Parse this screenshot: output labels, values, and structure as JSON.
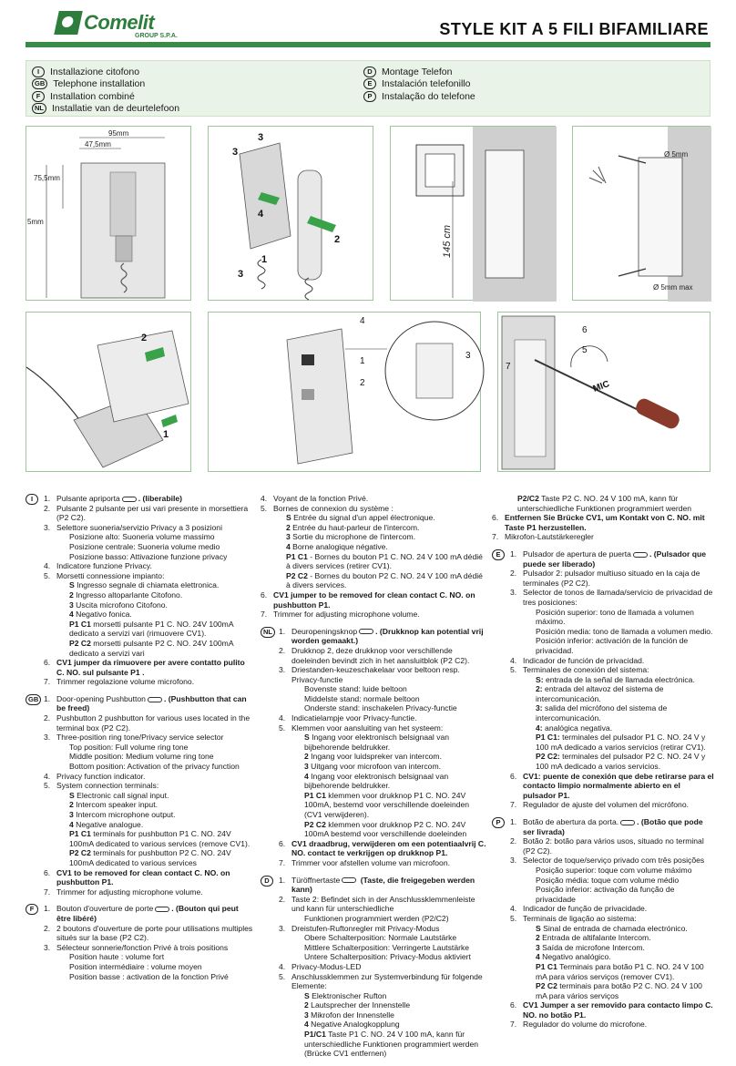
{
  "header": {
    "brand": "Comelit",
    "brand_sub": "GROUP S.P.A.",
    "title": "STYLE KIT A 5 FILI BIFAMILIARE"
  },
  "languages": {
    "left": [
      {
        "code": "I",
        "label": "Installazione citofono"
      },
      {
        "code": "GB",
        "label": "Telephone installation"
      },
      {
        "code": "F",
        "label": "Installation combiné"
      },
      {
        "code": "NL",
        "label": "Installatie van de deurtelefoon"
      }
    ],
    "right": [
      {
        "code": "D",
        "label": "Montage Telefon"
      },
      {
        "code": "E",
        "label": "Instalación telefonillo"
      },
      {
        "code": "P",
        "label": "Instalação do telefone"
      }
    ]
  },
  "figures": {
    "fig1": {
      "dim_width": "95mm",
      "dim_half": "47,5mm",
      "dim_mid": "75,5mm",
      "dim_height": "5mm"
    },
    "fig2": {
      "c1": "3",
      "c2": "3",
      "c3": "4",
      "c4": "2",
      "c5": "1",
      "c6": "3"
    },
    "fig3": {
      "dim": "145 cm"
    },
    "fig4": {
      "screw_top": "Ø 5mm",
      "screw_bottom": "Ø 5mm max"
    },
    "fig5": {
      "c1": "2",
      "c2": "1"
    },
    "fig6": {
      "c4": "4",
      "c1": "1",
      "c2": "2",
      "c3": "3"
    },
    "fig7": {
      "c6": "6",
      "c5": "5",
      "c7": "7",
      "mic": "MIC"
    }
  },
  "sections": {
    "it": {
      "code": "I",
      "items": [
        {
          "n": "1.",
          "t": "Pulsante apriporta",
          "b": ". (liberabile)"
        },
        {
          "n": "2.",
          "t": "Pulsante 2 pulsante per usi vari presente in morsettiera (P2 C2)."
        },
        {
          "n": "3.",
          "t": "Selettore suoneria/servizio Privacy a 3 posizioni"
        },
        {
          "n": "",
          "t": "Posizione alto: Suoneria volume massimo"
        },
        {
          "n": "",
          "t": "Posizione centrale: Suoneria volume medio"
        },
        {
          "n": "",
          "t": "Posizione basso: Attivazione funzione privacy"
        },
        {
          "n": "4.",
          "t": "Indicatore funzione Privacy."
        },
        {
          "n": "5.",
          "t": "Morsetti connessione impianto:"
        },
        {
          "n": "",
          "b": "S",
          "t": " Ingresso segnale di chiamata elettronica."
        },
        {
          "n": "",
          "b": "2",
          "t": " Ingresso altoparlante Citofono."
        },
        {
          "n": "",
          "b": "3",
          "t": " Uscita microfono Citofono."
        },
        {
          "n": "",
          "b": "4",
          "t": " Negativo fonica."
        },
        {
          "n": "",
          "b": "P1 C1",
          "t": " morsetti pulsante P1 C. NO. 24V 100mA dedicato a servizi vari (rimuovere CV1)."
        },
        {
          "n": "",
          "b": "P2 C2",
          "t": " morsetti pulsante P2 C. NO. 24V 100mA dedicato a servizi vari"
        },
        {
          "n": "6.",
          "bb": "CV1 jumper da rimuovere per avere contatto pulito C. NO. sul pulsante P1 ."
        },
        {
          "n": "7.",
          "t": "Trimmer regolazione volume microfono."
        }
      ]
    },
    "gb": {
      "code": "GB",
      "items": [
        {
          "n": "1.",
          "t": "Door-opening Pushbutton",
          "b": ". (Pushbutton that can be freed)"
        },
        {
          "n": "2.",
          "t": "Pushbutton 2 pushbutton for various uses located in the terminal box (P2 C2)."
        },
        {
          "n": "3.",
          "t": "Three-position ring tone/Privacy service selector"
        },
        {
          "n": "",
          "t": "Top position: Full volume ring tone"
        },
        {
          "n": "",
          "t": "Middle position: Medium volume ring tone"
        },
        {
          "n": "",
          "t": "Bottom position: Activation of the privacy function"
        },
        {
          "n": "4.",
          "t": "Privacy function indicator."
        },
        {
          "n": "5.",
          "t": "System connection terminals:"
        },
        {
          "n": "",
          "b": "S",
          "t": " Electronic call signal input."
        },
        {
          "n": "",
          "b": "2",
          "t": " Intercom speaker input."
        },
        {
          "n": "",
          "b": "3",
          "t": " Intercom microphone output."
        },
        {
          "n": "",
          "b": "4",
          "t": " Negative analogue."
        },
        {
          "n": "",
          "b": "P1 C1",
          "t": " terminals for pushbutton P1 C. NO. 24V 100mA dedicated to various services (remove CV1)."
        },
        {
          "n": "",
          "b": "P2 C2",
          "t": " terminals for pushbutton P2 C. NO. 24V 100mA dedicated to various services"
        },
        {
          "n": "6.",
          "bb": "CV1 to be removed for clean contact C. NO. on pushbutton P1."
        },
        {
          "n": "7.",
          "t": "Trimmer for adjusting microphone volume."
        }
      ]
    },
    "fr": {
      "code": "F",
      "items": [
        {
          "n": "1.",
          "t": "Bouton d'ouverture de porte",
          "b": ". (Bouton qui peut être libéré)"
        },
        {
          "n": "2.",
          "t": "2 boutons d'ouverture de porte pour utilisations multiples situés sur la base (P2 C2)."
        },
        {
          "n": "3.",
          "t": "Sélecteur sonnerie/fonction Privé à trois positions"
        },
        {
          "n": "",
          "t": "Position haute : volume fort"
        },
        {
          "n": "",
          "t": "Position intermédiaire : volume moyen"
        },
        {
          "n": "",
          "t": "Position basse : activation de la fonction Privé"
        },
        {
          "n": "4.",
          "t": "Voyant de la fonction Privé."
        },
        {
          "n": "5.",
          "t": "Bornes de connexion du système :"
        },
        {
          "n": "",
          "b": "S",
          "t": " Entrée du signal d'un appel électronique."
        },
        {
          "n": "",
          "b": "2",
          "t": " Entrée du haut-parleur de l'intercom."
        },
        {
          "n": "",
          "b": "3",
          "t": " Sortie du microphone de l'intercom."
        },
        {
          "n": "",
          "b": "4",
          "t": " Borne analogique négative."
        },
        {
          "n": "",
          "b": "P1 C1",
          "t": " - Bornes du bouton P1 C. NO. 24 V 100 mA dédié à divers services (retirer CV1)."
        },
        {
          "n": "",
          "b": "P2 C2",
          "t": " - Bornes du bouton P2 C. NO. 24 V 100 mA dédié à divers services."
        },
        {
          "n": "6.",
          "bb": "CV1 jumper to be removed for clean contact C. NO. on pushbutton P1."
        },
        {
          "n": "7.",
          "t": "Trimmer for adjusting microphone volume."
        }
      ]
    },
    "nl": {
      "code": "NL",
      "items": [
        {
          "n": "1.",
          "t": "Deuropeningsknop",
          "b": ". (Drukknop kan potential vrij worden gemaakt.)"
        },
        {
          "n": "2.",
          "t": "Drukknop 2, deze drukknop voor verschillende doeleinden bevindt zich in het aansluitblok (P2 C2)."
        },
        {
          "n": "3.",
          "t": "Driestanden-keuzeschakelaar voor beltoon resp. Privacy-functie"
        },
        {
          "n": "",
          "t": "Bovenste stand: luide beltoon"
        },
        {
          "n": "",
          "t": "Middelste stand: normale beltoon"
        },
        {
          "n": "",
          "t": "Onderste stand: inschakelen Privacy-functie"
        },
        {
          "n": "4.",
          "t": "Indicatielampje voor Privacy-functie."
        },
        {
          "n": "5.",
          "t": "Klemmen voor aansluiting van het systeem:"
        },
        {
          "n": "",
          "b": "S",
          "t": " Ingang voor elektronisch belsignaal van bijbehorende beldrukker."
        },
        {
          "n": "",
          "b": "2",
          "t": " Ingang voor luidspreker van intercom."
        },
        {
          "n": "",
          "b": "3",
          "t": " Uitgang voor microfoon van intercom."
        },
        {
          "n": "",
          "b": "4",
          "t": " Ingang voor elektronisch belsignaal van bijbehorende beldrukker."
        },
        {
          "n": "",
          "b": "P1 C1",
          "t": " klemmen voor drukknop P1 C. NO. 24V 100mA, bestemd voor verschillende doeleinden (CV1 verwijderen)."
        },
        {
          "n": "",
          "b": "P2 C2",
          "t": " klemmen voor drukknop P2 C. NO. 24V 100mA bestemd voor verschillende doeleinden"
        },
        {
          "n": "6.",
          "bb": "CV1 draadbrug, verwijderen om een potentiaalvrij C. NO. contact te verkrijgen op drukknop P1."
        },
        {
          "n": "7.",
          "t": "Trimmer voor afstellen volume van microfoon."
        }
      ]
    },
    "de": {
      "code": "D",
      "items": [
        {
          "n": "1.",
          "t": "Türöffnertaste",
          "b": " (Taste, die freigegeben werden kann)"
        },
        {
          "n": "2.",
          "t": "Taste 2: Befindet sich in der Anschlussklemmenleiste und kann für unterschiedliche"
        },
        {
          "n": "",
          "t": "Funktionen programmiert werden (P2/C2)"
        },
        {
          "n": "3.",
          "t": "Dreistufen-Ruftonregler mit Privacy-Modus"
        },
        {
          "n": "",
          "t": "Obere Schalterposition: Normale Lautstärke"
        },
        {
          "n": "",
          "t": "Mittlere Schalterposition: Verringerte Lautstärke"
        },
        {
          "n": "",
          "t": "Untere Schalterposition: Privacy-Modus aktiviert"
        },
        {
          "n": "4.",
          "t": "Privacy-Modus-LED"
        },
        {
          "n": "5.",
          "t": "Anschlussklemmen zur Systemverbindung für folgende Elemente:"
        },
        {
          "n": "",
          "b": "S",
          "t": " Elektronischer Rufton"
        },
        {
          "n": "",
          "b": "2",
          "t": " Lautsprecher der Innenstelle"
        },
        {
          "n": "",
          "b": "3",
          "t": " Mikrofon der Innenstelle"
        },
        {
          "n": "",
          "b": "4",
          "t": " Negative Analogkopplung"
        },
        {
          "n": "",
          "b": "P1/C1",
          "t": " Taste P1 C. NO. 24 V 100 mA, kann für unterschiedliche Funktionen programmiert werden (Brücke CV1 entfernen)"
        },
        {
          "n": "",
          "b": "P2/C2",
          "t": " Taste P2 C. NO. 24 V 100 mA, kann für unterschiedliche Funktionen programmiert werden"
        },
        {
          "n": "6.",
          "bb": "Entfernen Sie Brücke CV1, um Kontakt von C. NO. mit Taste P1 herzustellen."
        },
        {
          "n": "7.",
          "t": "Mikrofon-Lautstärkeregler"
        }
      ]
    },
    "es": {
      "code": "E",
      "items": [
        {
          "n": "1.",
          "t": "Pulsador de apertura de puerta",
          "b": ". (Pulsador que puede ser liberado)"
        },
        {
          "n": "2.",
          "t": "Pulsador 2: pulsador multiuso situado en la caja de terminales (P2 C2)."
        },
        {
          "n": "3.",
          "t": "Selector de tonos de llamada/servicio de privacidad de tres posiciones:"
        },
        {
          "n": "",
          "t": "Posición superior: tono de llamada a volumen máximo."
        },
        {
          "n": "",
          "t": "Posición media: tono de llamada a volumen medio."
        },
        {
          "n": "",
          "t": "Posición inferior: activación de la función de privacidad."
        },
        {
          "n": "4.",
          "t": "Indicador de función de privacidad."
        },
        {
          "n": "5.",
          "t": "Terminales de conexión del sistema:"
        },
        {
          "n": "",
          "b": "S:",
          "t": " entrada de la señal de llamada electrónica."
        },
        {
          "n": "",
          "b": "2:",
          "t": " entrada del altavoz del sistema de intercomunicación."
        },
        {
          "n": "",
          "b": "3:",
          "t": " salida del micrófono del sistema de intercomunicación."
        },
        {
          "n": "",
          "b": "4:",
          "t": " analógica negativa."
        },
        {
          "n": "",
          "b": "P1 C1:",
          "t": " terminales del pulsador P1 C. NO. 24 V y 100 mA dedicado a varios servicios (retirar CV1)."
        },
        {
          "n": "",
          "b": "P2 C2:",
          "t": " terminales del pulsador P2 C. NO. 24 V y 100 mA dedicado a varios servicios."
        },
        {
          "n": "6.",
          "bb": "CV1: puente de conexión que debe retirarse para el contacto limpio normalmente abierto en el pulsador P1."
        },
        {
          "n": "7.",
          "t": "Regulador de ajuste del volumen del micrófono."
        }
      ]
    },
    "pt": {
      "code": "P",
      "items": [
        {
          "n": "1.",
          "t": "Botão de abertura da porta.",
          "b": ". (Botão que pode ser livrada)"
        },
        {
          "n": "2.",
          "t": "Botão 2: botão para vários usos, situado no terminal (P2 C2)."
        },
        {
          "n": "3.",
          "t": "Selector de toque/serviço privado com três posições"
        },
        {
          "n": "",
          "t": "Posição superior: toque com volume máximo"
        },
        {
          "n": "",
          "t": "Posição média: toque com volume médio"
        },
        {
          "n": "",
          "t": "Posição inferior: activação da função de privacidade"
        },
        {
          "n": "4.",
          "t": "Indicador de função de privacidade."
        },
        {
          "n": "5.",
          "t": "Terminais de ligação ao sistema:"
        },
        {
          "n": "",
          "b": "S",
          "t": " Sinal de entrada de chamada electrónico."
        },
        {
          "n": "",
          "b": "2",
          "t": " Entrada de altifalante Intercom."
        },
        {
          "n": "",
          "b": "3",
          "t": " Saída de microfone Intercom."
        },
        {
          "n": "",
          "b": "4",
          "t": " Negativo analógico."
        },
        {
          "n": "",
          "b": "P1 C1",
          "t": " Terminais para botão P1 C. NO. 24 V 100 mA para vários serviços (remover CV1)."
        },
        {
          "n": "",
          "b": "P2 C2",
          "t": " terminais para botão P2 C. NO. 24 V 100 mA para vários serviços"
        },
        {
          "n": "6.",
          "bb": "CV1 Jumper a ser removido para contacto limpo C. NO. no botão P1."
        },
        {
          "n": "7.",
          "t": "Regulador do volume do microfone."
        }
      ]
    }
  }
}
